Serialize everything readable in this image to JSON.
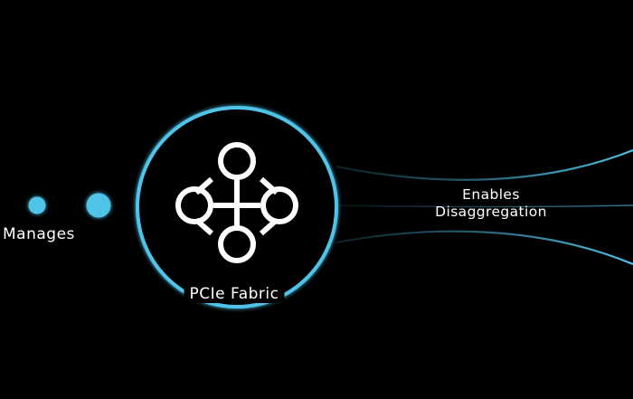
{
  "labels": {
    "left": "Manages",
    "center": "PCIe Fabric",
    "right_line1": "Enables",
    "right_line2": "Disaggregation"
  },
  "colors": {
    "background": "#000000",
    "accent": "#4fc3e8",
    "icon": "#ffffff",
    "text": "#ffffff"
  },
  "icons": {
    "center_icon": "network-fabric-icon"
  }
}
